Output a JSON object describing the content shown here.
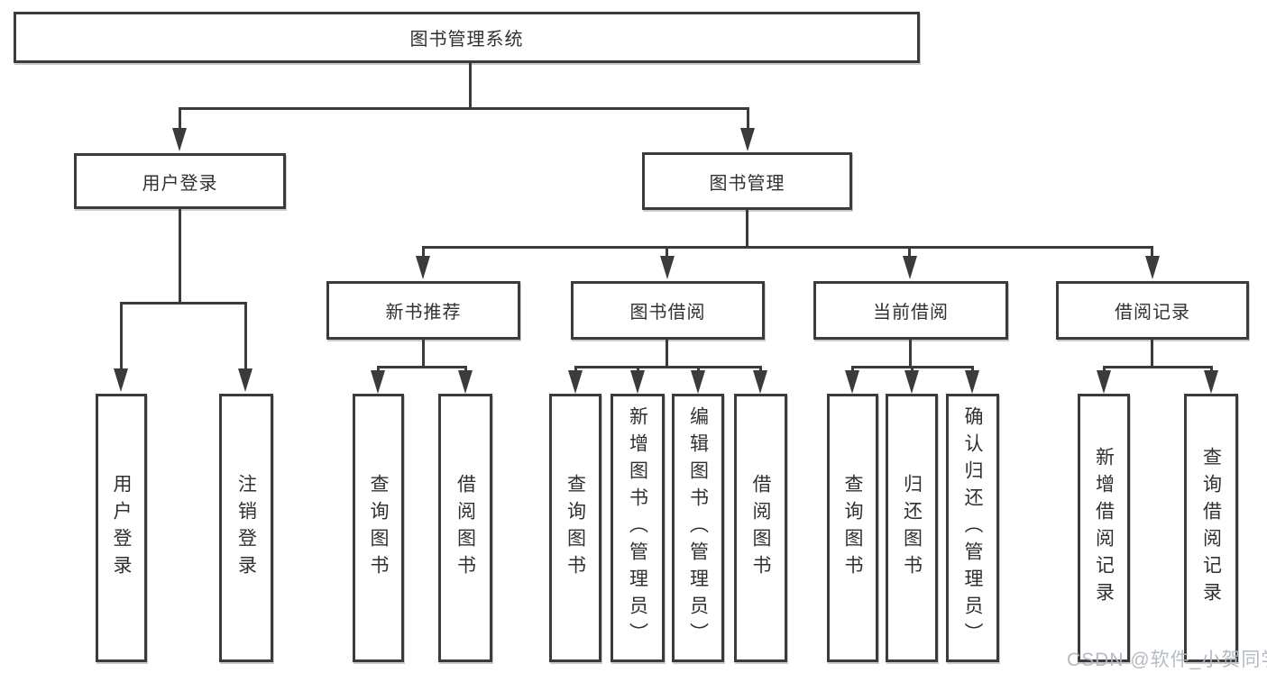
{
  "diagram": {
    "root": {
      "label": "图书管理系统"
    },
    "branches": [
      {
        "label": "用户登录",
        "children": [
          {
            "label": "用户登录"
          },
          {
            "label": "注销登录"
          }
        ]
      },
      {
        "label": "图书管理",
        "children": [
          {
            "label": "新书推荐",
            "children": [
              {
                "label": "查询图书"
              },
              {
                "label": "借阅图书"
              }
            ]
          },
          {
            "label": "图书借阅",
            "children": [
              {
                "label": "查询图书"
              },
              {
                "label": "新增图书（管理员）"
              },
              {
                "label": "编辑图书（管理员）"
              },
              {
                "label": "借阅图书"
              }
            ]
          },
          {
            "label": "当前借阅",
            "children": [
              {
                "label": "查询图书"
              },
              {
                "label": "归还图书"
              },
              {
                "label": "确认归还（管理员）"
              }
            ]
          },
          {
            "label": "借阅记录",
            "children": [
              {
                "label": "新增借阅记录"
              },
              {
                "label": "查询借阅记录"
              }
            ]
          }
        ]
      }
    ]
  },
  "watermark": {
    "text": "CSDN @软件_小贺同学"
  },
  "colors": {
    "line": "#3b3b3b",
    "text": "#303030",
    "background": "#ffffff",
    "watermark": "#b1b6c0"
  }
}
